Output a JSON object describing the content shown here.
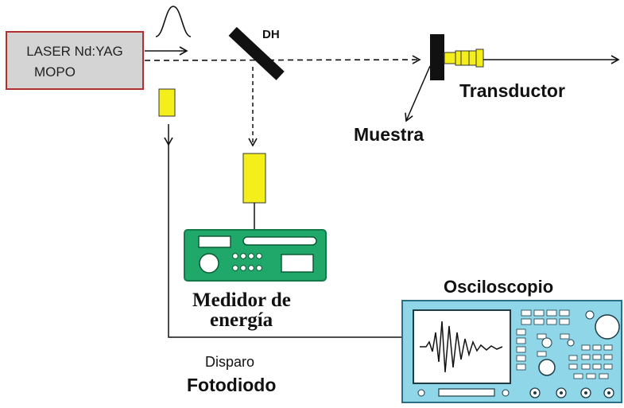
{
  "laser": {
    "line1": "LASER Nd:YAG",
    "line2": "MOPO"
  },
  "mirror_label": "DH",
  "transducer_label": "Transductor",
  "sample_label": "Muestra",
  "energy_meter_label": {
    "line1": "Medidor de",
    "line2": "energía"
  },
  "oscilloscope_label": "Osciloscopio",
  "trigger_label": "Disparo",
  "photodiode_label": "Fotodiodo",
  "colors": {
    "laser_box": "#d4d4d4",
    "laser_border": "#b03030",
    "detector": "#f4ef1a",
    "instrument": "#20a86a",
    "instrument_dark": "#117a48",
    "oscilloscope_body": "#8fd6e8",
    "screen": "#ffffff",
    "knob": "#ffffff"
  }
}
